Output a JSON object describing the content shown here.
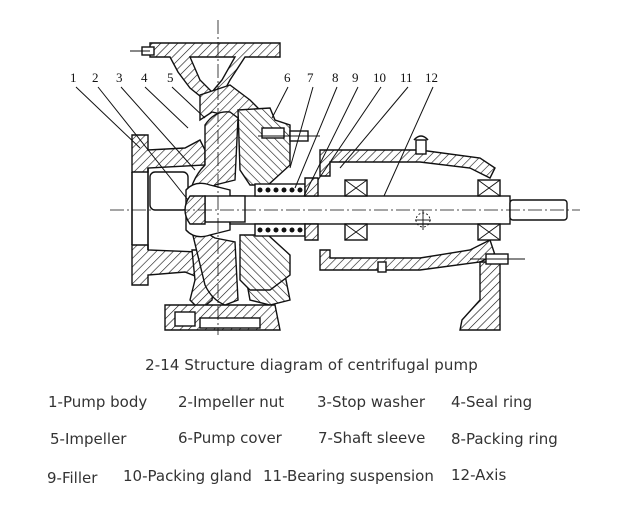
{
  "diagram": {
    "title": "Centrifugal pump cross-section",
    "part_numbers": [
      "1",
      "2",
      "3",
      "4",
      "5",
      "6",
      "7",
      "8",
      "9",
      "10",
      "11",
      "12"
    ]
  },
  "caption": "2-14 Structure diagram of centrifugal pump",
  "legend": [
    {
      "number": "1",
      "text": "1-Pump body"
    },
    {
      "number": "2",
      "text": "2-Impeller nut"
    },
    {
      "number": "3",
      "text": "3-Stop washer"
    },
    {
      "number": "4",
      "text": "4-Seal ring"
    },
    {
      "number": "5",
      "text": "5-Impeller"
    },
    {
      "number": "6",
      "text": "6-Pump cover"
    },
    {
      "number": "7",
      "text": "7-Shaft sleeve"
    },
    {
      "number": "8",
      "text": "8-Packing ring"
    },
    {
      "number": "9",
      "text": "9-Filler"
    },
    {
      "number": "10",
      "text": "10-Packing gland"
    },
    {
      "number": "11",
      "text": "11-Bearing suspension"
    },
    {
      "number": "12",
      "text": "12-Axis"
    }
  ]
}
